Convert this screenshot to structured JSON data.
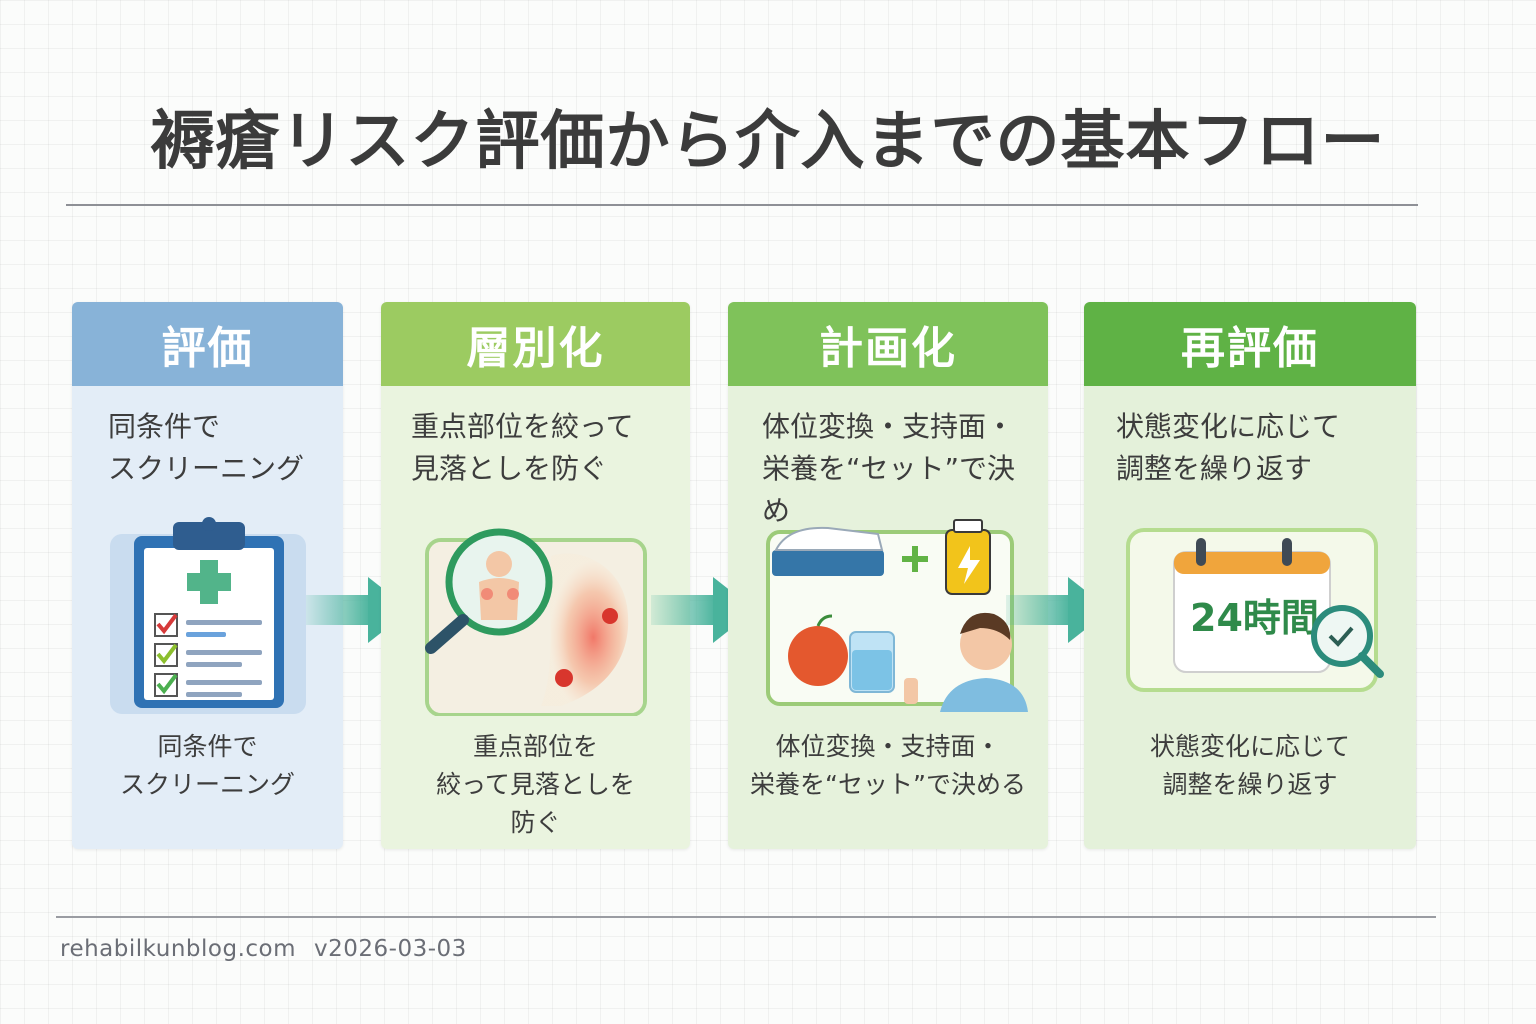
{
  "title": "褥瘡リスク評価から介入までの基本フロー",
  "steps": [
    {
      "heading": "評価",
      "description_top": "同条件で\nスクリーニング",
      "description_bottom": "同条件で\nスクリーニング",
      "icon": "clipboard-checklist-icon",
      "header_color": "#88b3d8",
      "body_color": "#e3edf7"
    },
    {
      "heading": "層別化",
      "description_top": "重点部位を絞って\n見落としを防ぐ",
      "description_bottom": "重点部位を\n絞って見落としを\n防ぐ",
      "icon": "magnifier-body-icon",
      "header_color": "#9ccb61",
      "body_color": "#eaf4df"
    },
    {
      "heading": "計画化",
      "description_top": "体位変換・支持面・\n栄養を“セット”で決め",
      "description_bottom": "体位変換・支持面・\n栄養を“セット”で決める",
      "icon": "care-plan-icon",
      "header_color": "#7fc25a",
      "body_color": "#e6f2dc"
    },
    {
      "heading": "再評価",
      "description_top": "状態変化に応じて\n調整を繰り返す",
      "description_bottom": "状態変化に応じて\n調整を繰り返す",
      "icon": "calendar-check-icon",
      "header_color": "#5fb245",
      "body_color": "#e4f1da"
    }
  ],
  "calendar_text": "24時間",
  "footer": {
    "site": "rehabilkunblog.com",
    "version": "v2026-03-03"
  },
  "arrow_color": "#49b39c"
}
